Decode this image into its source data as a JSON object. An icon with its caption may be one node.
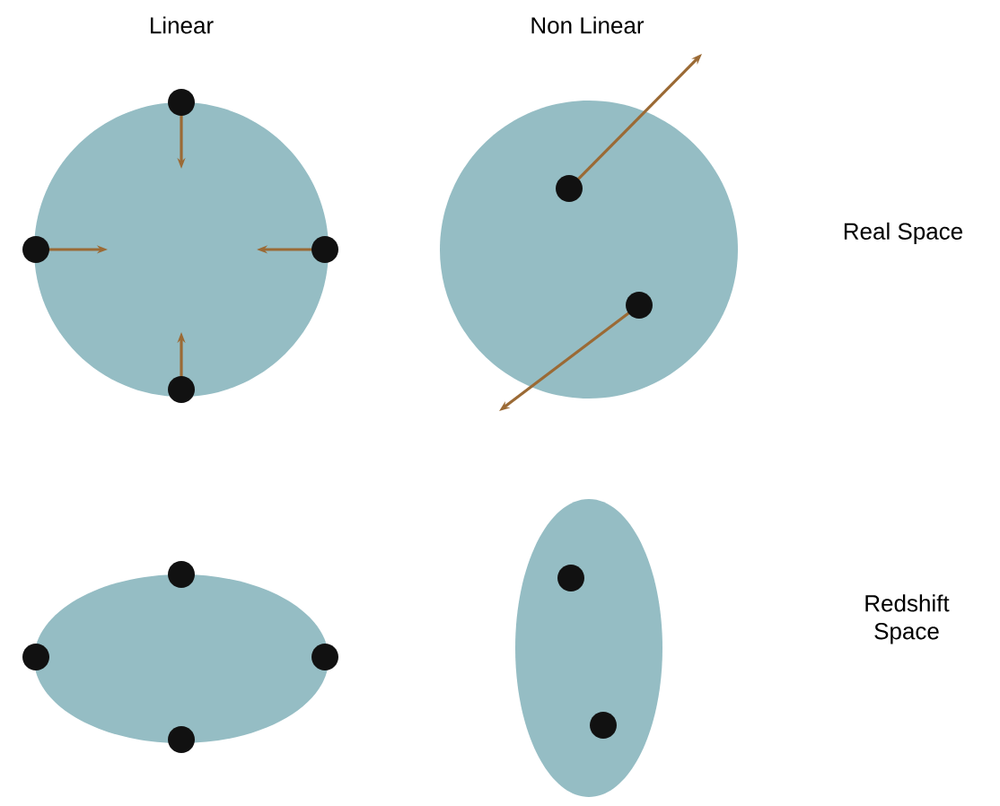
{
  "diagram": {
    "labels": [
      "Linear",
      "Non Linear",
      "Real Space",
      "Redshift Space"
    ]
  }
}
